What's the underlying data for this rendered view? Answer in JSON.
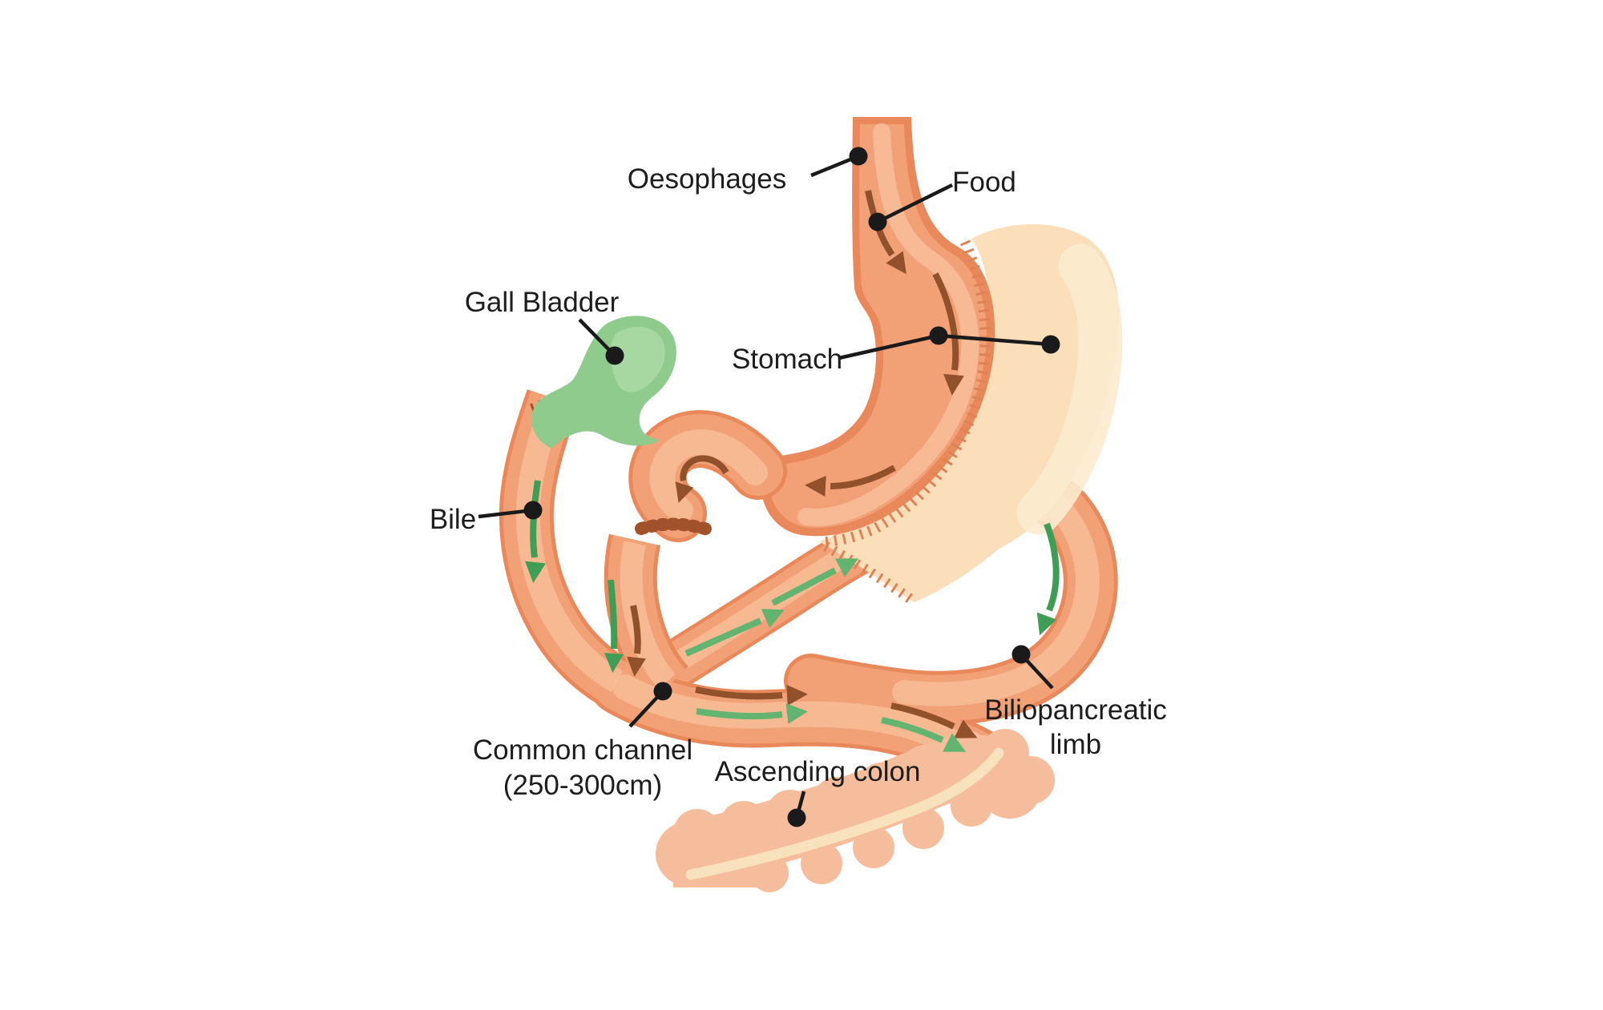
{
  "figure": {
    "labels": {
      "oesophagus": "Oesophages",
      "food": "Food",
      "gall_bladder": "Gall Bladder",
      "stomach": "Stomach",
      "bile": "Bile",
      "common_channel_line1": "Common channel",
      "common_channel_line2": "(250-300cm)",
      "ascending_colon": "Ascending colon",
      "biliopancreatic_line1": "Biliopancreatic",
      "biliopancreatic_line2": "limb"
    },
    "colors": {
      "background": "#ffffff",
      "intestine_edge": "#e9895b",
      "intestine_fill": "#f2a076",
      "intestine_core": "#f7bd98",
      "excluded_stomach": "#fadfba",
      "excluded_stomach_highlight": "#fcebcf",
      "staple_line": "#dd8356",
      "staple_stump": "#a2522a",
      "food_arrow": "#90512b",
      "bile_arrow": "#3f9e55",
      "bile_arrow_light": "#62b470",
      "gall_bladder": "#90cb8e",
      "gall_bladder_highlight": "#a8d8a2",
      "colon_fill": "#f5bd9b",
      "colon_shade": "#f0ab80",
      "colon_inner": "#f8e2bd",
      "label_text": "#1d1d1d",
      "leader": "#1a1a1a"
    }
  }
}
